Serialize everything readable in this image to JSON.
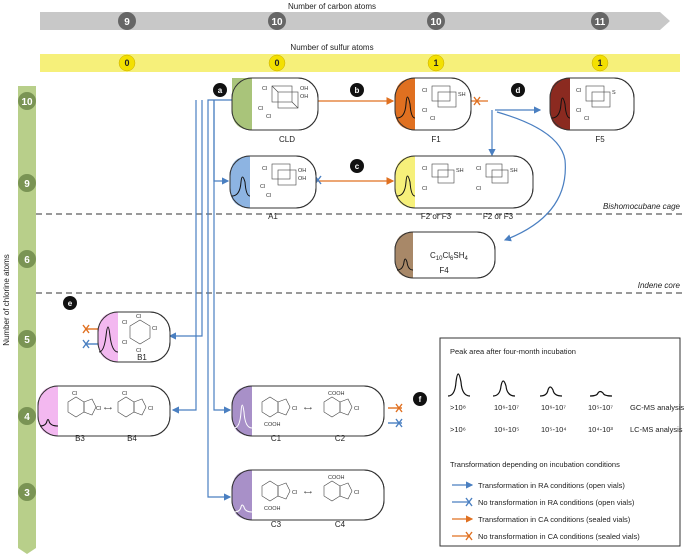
{
  "carbon_axis": {
    "title": "Number of carbon atoms",
    "values": [
      "9",
      "10",
      "10",
      "11"
    ]
  },
  "sulfur_axis": {
    "title": "Number of sulfur atoms",
    "values": [
      "0",
      "0",
      "1",
      "1"
    ]
  },
  "chlorine_axis": {
    "title": "Number of chlorine atoms",
    "values": [
      "10",
      "9",
      "6",
      "5",
      "4",
      "3"
    ]
  },
  "zones": {
    "cage": "Bishomocubane cage",
    "indene": "Indene core"
  },
  "compounds": {
    "CLD": "CLD",
    "F1": "F1",
    "F5": "F5",
    "A1": "A1",
    "F2a": "F2 or F3",
    "F2b": "F2 or F3",
    "F4": "F4",
    "F4_formula_c": "C",
    "F4_formula_c_sub": "10",
    "F4_formula_cl": "Cl",
    "F4_formula_cl_sub": "6",
    "F4_formula_s": "SH",
    "F4_formula_h_sub": "4",
    "B1": "B1",
    "B3": "B3",
    "B4": "B4",
    "C1": "C1",
    "C2": "C2",
    "C3": "C3",
    "C4": "C4"
  },
  "step_labels": [
    "a",
    "b",
    "c",
    "d",
    "e",
    "f"
  ],
  "legend": {
    "title": "Peak area after four-month incubation",
    "gc_values": [
      ">10⁸",
      "10⁶-10⁷",
      "10⁶-10⁷",
      "10⁵-10⁷"
    ],
    "gc_label": "GC-MS analysis (black)",
    "lc_values": [
      ">10⁶",
      "10⁶-10⁵",
      "10⁵-10⁴",
      "10⁴-10³"
    ],
    "lc_label": "LC-MS analysis (white)",
    "transform_title": "Transformation depending on incubation conditions",
    "items": [
      "Transformation in RA conditions (open vials)",
      "No transformation in RA conditions (open vials)",
      "Transformation in CA conditions (sealed vials)",
      "No transformation in CA conditions (sealed vials)"
    ]
  },
  "colors": {
    "blue_arrow": "#4a7fc1",
    "orange_arrow": "#e07020",
    "carbon_bar": "#c8c8c8",
    "sulfur_bar": "#f6f07a",
    "chlorine_bar": "#b8cf8a",
    "green_fill": "#a9c47a",
    "orange_fill": "#e07020",
    "darkred_fill": "#8b2a20",
    "lightblue_fill": "#8db4e2",
    "yellow_fill": "#f6f07a",
    "brown_fill": "#a88868",
    "pink_fill": "#f3b8f0",
    "purple_fill": "#a890c8"
  }
}
